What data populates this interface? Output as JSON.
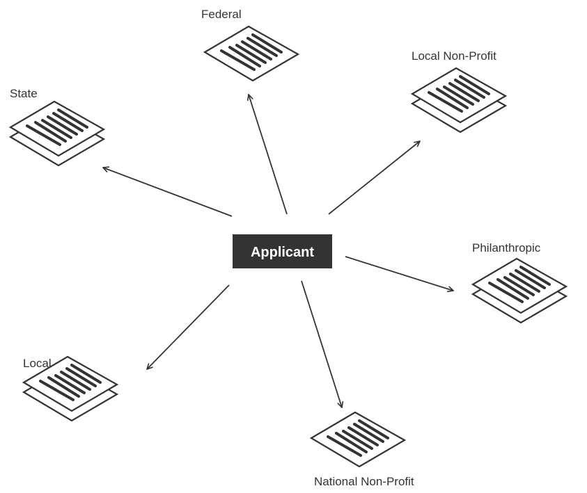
{
  "center": {
    "label": "Applicant",
    "color": "#333333"
  },
  "nodes": [
    {
      "id": "federal",
      "label": "Federal",
      "stacked": false
    },
    {
      "id": "local-non-profit",
      "label": "Local Non-Profit",
      "stacked": true
    },
    {
      "id": "state",
      "label": "State",
      "stacked": true
    },
    {
      "id": "philanthropic",
      "label": "Philanthropic",
      "stacked": true
    },
    {
      "id": "local",
      "label": "Local",
      "stacked": true
    },
    {
      "id": "national-non-profit",
      "label": "National Non-Profit",
      "stacked": false
    }
  ]
}
